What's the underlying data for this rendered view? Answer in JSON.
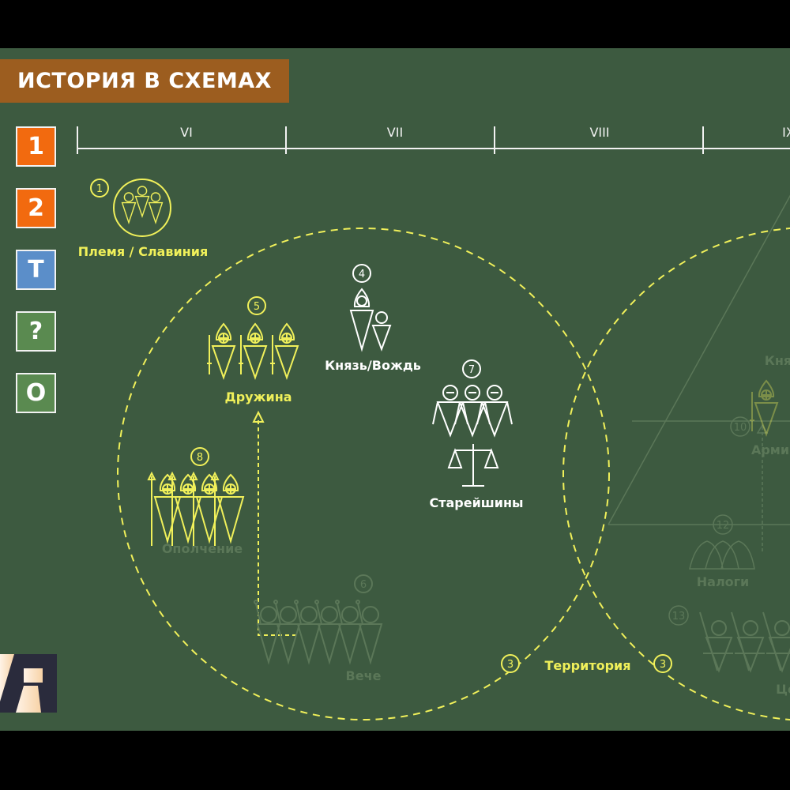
{
  "header": {
    "title": "ИСТОРИЯ В СХЕМАХ"
  },
  "nav": [
    {
      "label": "1",
      "color": "#f26a0f"
    },
    {
      "label": "2",
      "color": "#f26a0f"
    },
    {
      "label": "T",
      "color": "#5b8ec9"
    },
    {
      "label": "?",
      "color": "#5a8a50"
    },
    {
      "label": "O",
      "color": "#5a8a50"
    }
  ],
  "timeline": {
    "centuries": [
      "VI",
      "VII",
      "VIII",
      "IX"
    ]
  },
  "colors": {
    "background": "#3d5a40",
    "accent": "#f0f05a",
    "title_bar": "#9c5d1f",
    "faded": "#5b7758"
  },
  "diagram": {
    "tribe": {
      "num": "1",
      "label": "Племя / Славиния"
    },
    "prince": {
      "num": "4",
      "label": "Князь/Вождь"
    },
    "druzhina": {
      "num": "5",
      "label": "Дружина"
    },
    "elders": {
      "num": "7",
      "label": "Старейшины"
    },
    "militia": {
      "num": "8",
      "label": "Ополчение"
    },
    "veche": {
      "num": "6",
      "label": "Вече"
    },
    "territory": {
      "num_left": "3",
      "label": "Территория",
      "num_right": "3"
    },
    "right": {
      "prince_label": "Кня",
      "num10": "10",
      "army_label": "Арми",
      "num12": "12",
      "taxes_label": "Налоги",
      "num13": "13",
      "bottom_label": "Це"
    }
  },
  "logo": {
    "text": "AM"
  }
}
